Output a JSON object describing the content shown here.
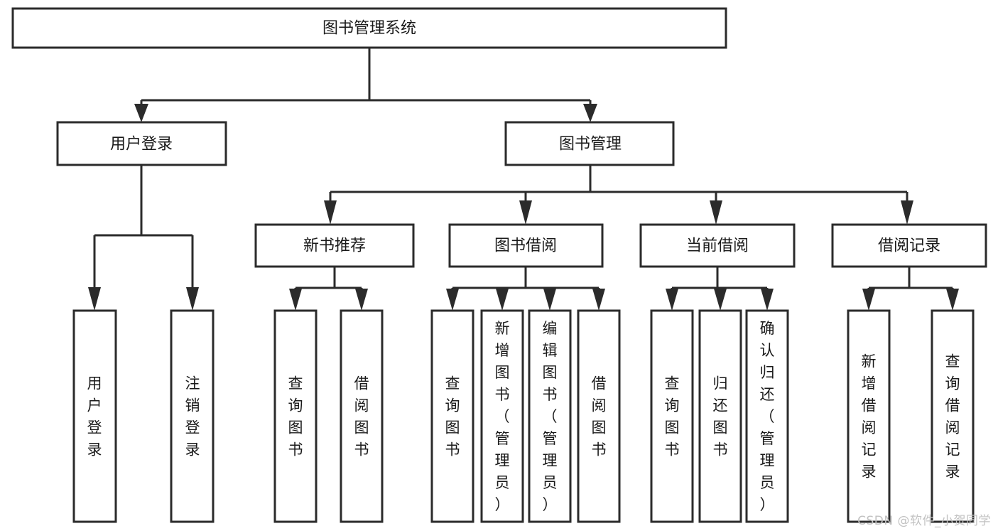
{
  "diagram": {
    "type": "tree-hierarchy-chart",
    "title": "图书管理系统",
    "watermark": "CSDN @软件_小贺同学",
    "colors": {
      "box_stroke": "#2b2b2b",
      "box_fill": "#ffffff",
      "text": "#1a1a1a",
      "background": "#ffffff",
      "watermark": "#c2c2c2"
    },
    "levels": {
      "root": {
        "label": "图书管理系统"
      },
      "level2": [
        {
          "label": "用户登录"
        },
        {
          "label": "图书管理"
        }
      ],
      "level3": [
        {
          "label": "新书推荐"
        },
        {
          "label": "图书借阅"
        },
        {
          "label": "当前借阅"
        },
        {
          "label": "借阅记录"
        }
      ],
      "leaves": [
        {
          "label": "用户登录",
          "parent": "用户登录"
        },
        {
          "label": "注销登录",
          "parent": "用户登录"
        },
        {
          "label": "查询图书",
          "parent": "新书推荐"
        },
        {
          "label": "借阅图书",
          "parent": "新书推荐"
        },
        {
          "label": "查询图书",
          "parent": "图书借阅"
        },
        {
          "label": "新增图书（管理员）",
          "parent": "图书借阅"
        },
        {
          "label": "编辑图书（管理员）",
          "parent": "图书借阅"
        },
        {
          "label": "借阅图书",
          "parent": "图书借阅"
        },
        {
          "label": "查询图书",
          "parent": "当前借阅"
        },
        {
          "label": "归还图书",
          "parent": "当前借阅"
        },
        {
          "label": "确认归还（管理员）",
          "parent": "当前借阅"
        },
        {
          "label": "新增借阅记录",
          "parent": "借阅记录"
        },
        {
          "label": "查询借阅记录",
          "parent": "借阅记录"
        }
      ]
    }
  }
}
